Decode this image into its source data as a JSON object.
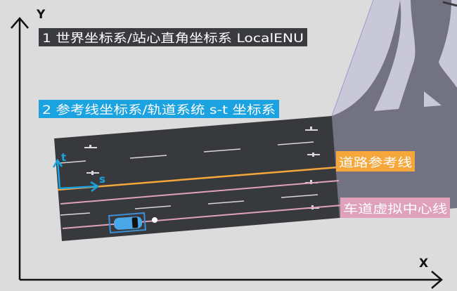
{
  "axes": {
    "x_label": "X",
    "y_label": "Y",
    "s_label": "s",
    "t_label": "t"
  },
  "labels": {
    "world_frame": "1 世界坐标系/站心直角坐标系 LocalENU",
    "reference_frame": "2 参考线坐标系/轨道系统 s-t 坐标系",
    "road_reference_line": "道路参考线",
    "lane_virtual_centerline": "车道虚拟中心线"
  },
  "colors": {
    "world_label_bg": "#3a3b3f",
    "reference_label_bg": "#1ba2e0",
    "reference_line": "#f5a73c",
    "lane_centerline": "#e0a1bb",
    "road": "#38393d",
    "junction_dark": "#737283",
    "junction_light": "#c9c8d8"
  }
}
